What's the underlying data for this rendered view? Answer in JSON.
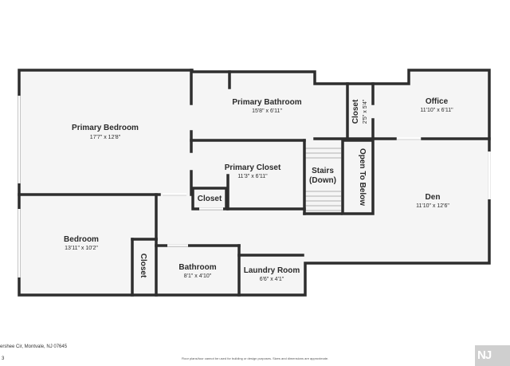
{
  "rooms": {
    "primary_bedroom": {
      "name": "Primary Bedroom",
      "dim": "17'7\" x 12'8\""
    },
    "primary_bathroom": {
      "name": "Primary Bathroom",
      "dim": "15'8\" x 6'11\""
    },
    "closet_small": {
      "name": "Closet",
      "dim": "2'5\" x 5'4\""
    },
    "office": {
      "name": "Office",
      "dim": "11'10\" x 6'11\""
    },
    "primary_closet": {
      "name": "Primary Closet",
      "dim": "11'3\" x 6'11\""
    },
    "stairs": {
      "line1": "Stairs",
      "line2": "(Down)"
    },
    "open_to_below": {
      "name": "Open To Below"
    },
    "den": {
      "name": "Den",
      "dim": "11'10\" x 12'6\""
    },
    "closet_mid": {
      "name": "Closet"
    },
    "bedroom": {
      "name": "Bedroom",
      "dim": "13'11\" x 10'2\""
    },
    "closet_vertical": {
      "name": "Closet"
    },
    "bathroom": {
      "name": "Bathroom",
      "dim": "8'1\" x 4'10\""
    },
    "laundry_room": {
      "name": "Laundry Room",
      "dim": "6'6\" x 4'1\""
    }
  },
  "footer": {
    "address": "ershee Cir, Montvale, NJ 07645",
    "page_number": "3",
    "disclaimer": "Floor plans/tour cannot be used for building or design purposes. Sizes and dimensions are approximate.",
    "logo_text": "NJ"
  },
  "colors": {
    "wall": "#2e2e2e",
    "floor": "#f5f5f5",
    "window": "#ffffff"
  }
}
